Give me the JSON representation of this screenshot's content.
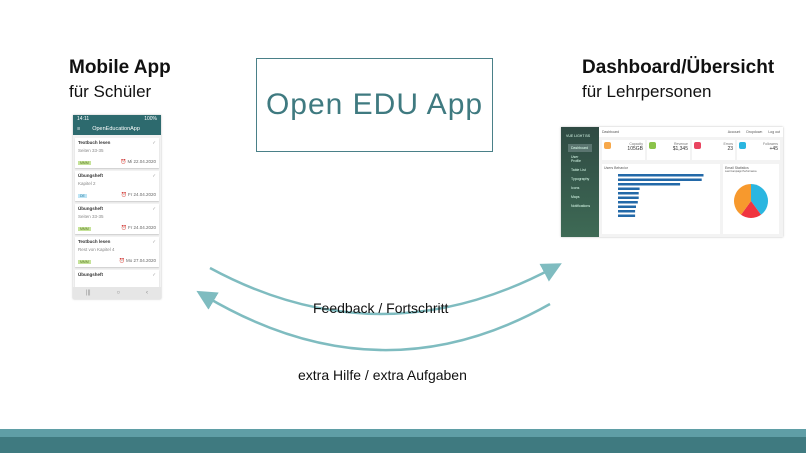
{
  "left": {
    "heading": "Mobile App",
    "sub": "für Schüler"
  },
  "center": {
    "title": "Open EDU App"
  },
  "right": {
    "heading": "Dashboard/Übersicht",
    "sub": "für Lehrpersonen"
  },
  "arrows": {
    "top_label": "Feedback / Fortschritt",
    "bottom_label": "extra Hilfe / extra Aufgaben",
    "color": "#7fbcc0"
  },
  "phone": {
    "time": "14:11",
    "status": "100%",
    "app_title": "OpenEducationApp",
    "cards": [
      {
        "title": "Textbuch lesen",
        "sub": "Seiten 33-35",
        "tag": "MMM",
        "date": "Mi 22.04.2020"
      },
      {
        "title": "Übungsheft",
        "sub": "Kapitel 2",
        "tag": "DE",
        "date": "Fr 24.04.2020"
      },
      {
        "title": "Übungsheft",
        "sub": "Seiten 33-35",
        "tag": "MMM",
        "date": "Fr 24.04.2020"
      },
      {
        "title": "Textbuch lesen",
        "sub": "Rest von Kapitel 4",
        "tag": "MMM",
        "date": "Mo 27.04.2020"
      },
      {
        "title": "Übungsheft",
        "sub": "",
        "tag": "",
        "date": ""
      }
    ]
  },
  "dashboard": {
    "brand": "VUE LIGHT BS",
    "page": "Dashboard",
    "top_links": [
      "Account",
      "Dropdown",
      "Log out"
    ],
    "nav": [
      "Dashboard",
      "User Profile",
      "Table List",
      "Typography",
      "Icons",
      "Maps",
      "Notifications"
    ],
    "stats": [
      {
        "label": "Capacity",
        "value": "105GB"
      },
      {
        "label": "Revenue",
        "value": "$1,345"
      },
      {
        "label": "Errors",
        "value": "23"
      },
      {
        "label": "Followers",
        "value": "+45"
      }
    ],
    "bar_panel": "Users Behavior",
    "pie_panel": "Email Statistics",
    "pie_sub": "Last Campaign Performance",
    "bars": [
      0.95,
      0.93,
      0.69,
      0.24,
      0.23,
      0.23,
      0.22,
      0.2,
      0.19,
      0.19
    ],
    "pie": [
      {
        "v": 40,
        "c": "#2bb6e0"
      },
      {
        "v": 20,
        "c": "#f0343f"
      },
      {
        "v": 40,
        "c": "#f7992d"
      }
    ]
  },
  "footer_colors": [
    "#5f9ea6",
    "#3f7a80"
  ]
}
